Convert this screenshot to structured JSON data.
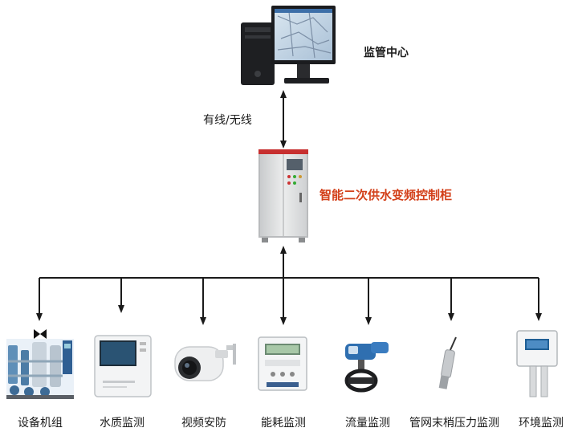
{
  "center": {
    "label": "监管中心"
  },
  "link": {
    "label": "有线/无线"
  },
  "cabinet": {
    "label": "智能二次供水变频控制柜"
  },
  "devices": [
    {
      "label": "设备机组",
      "icon": "pump-unit-icon"
    },
    {
      "label": "水质监测",
      "icon": "water-quality-analyzer-icon"
    },
    {
      "label": "视频安防",
      "icon": "security-camera-icon"
    },
    {
      "label": "能耗监测",
      "icon": "energy-meter-icon"
    },
    {
      "label": "流量监测",
      "icon": "flow-meter-icon"
    },
    {
      "label": "管网末梢压力监测",
      "icon": "pressure-sensor-icon"
    },
    {
      "label": "环境监测",
      "icon": "environment-sensor-icon"
    }
  ],
  "colors": {
    "cabinet_label": "#d3401a",
    "lines": "#1a1a1a"
  }
}
